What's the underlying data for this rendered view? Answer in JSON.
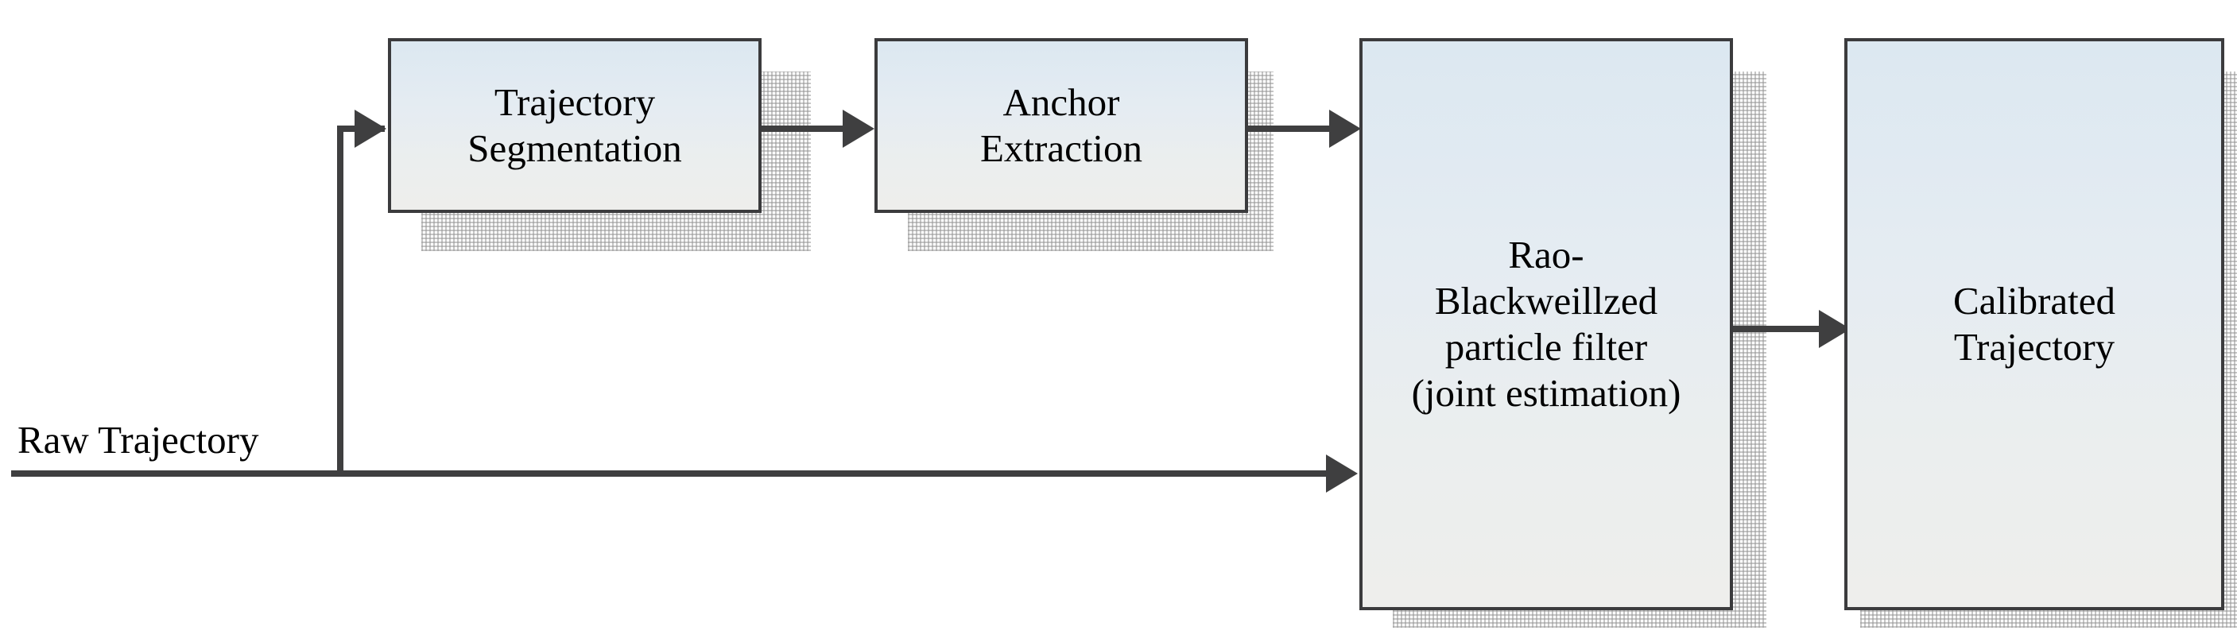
{
  "diagram": {
    "title": "Trajectory calibration pipeline flowchart",
    "background_color": "#ffffff",
    "box_border_color": "#3b3b3d",
    "box_fill_top_color": "#dce8f1",
    "box_fill_bottom_color": "#eeeeec",
    "connector_color": "#3f3f40",
    "shadow_color": "#969696",
    "text_color": "#000000",
    "nodes": [
      {
        "id": "raw-trajectory",
        "label": "Raw Trajectory",
        "kind": "free-text"
      },
      {
        "id": "trajectory-segmentation",
        "label": "Trajectory\nSegmentation",
        "kind": "box"
      },
      {
        "id": "anchor-extraction",
        "label": "Anchor\nExtraction",
        "kind": "box"
      },
      {
        "id": "rao-blackwellized-particle-filter",
        "label": "Rao-\nBlackweillzed\nparticle filter\n(joint estimation)",
        "kind": "box"
      },
      {
        "id": "calibrated-trajectory",
        "label": "Calibrated\nTrajectory",
        "kind": "box"
      }
    ],
    "edges": [
      {
        "id": "raw-to-segmentation",
        "from": "raw-trajectory",
        "to": "trajectory-segmentation",
        "style": "elbow-up"
      },
      {
        "id": "segmentation-to-anchor",
        "from": "trajectory-segmentation",
        "to": "anchor-extraction",
        "style": "straight"
      },
      {
        "id": "anchor-to-filter",
        "from": "anchor-extraction",
        "to": "rao-blackwellized-particle-filter",
        "style": "straight"
      },
      {
        "id": "raw-to-filter",
        "from": "raw-trajectory",
        "to": "rao-blackwellized-particle-filter",
        "style": "straight"
      },
      {
        "id": "filter-to-calibrated",
        "from": "rao-blackwellized-particle-filter",
        "to": "calibrated-trajectory",
        "style": "straight"
      }
    ]
  }
}
